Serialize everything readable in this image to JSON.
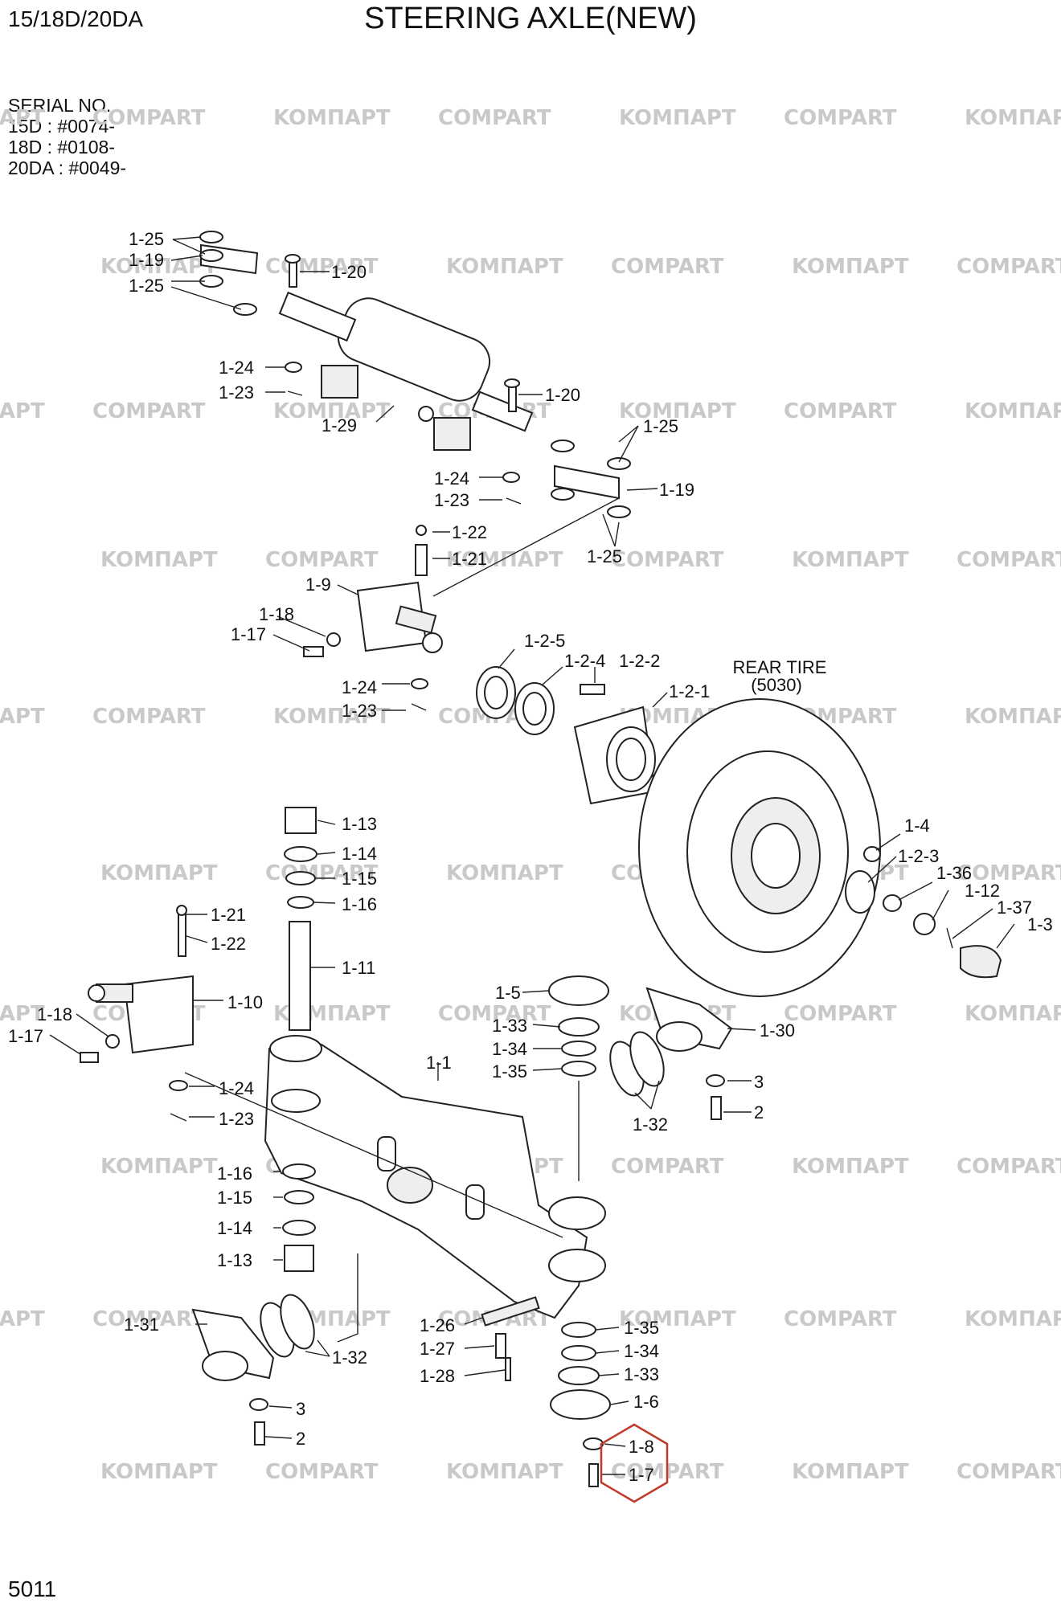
{
  "header": {
    "model": "15/18D/20DA",
    "title": "STEERING AXLE(NEW)"
  },
  "serial": {
    "heading": "SERIAL NO.",
    "lines": [
      "15D : #0074-",
      "18D : #0108-",
      "20DA : #0049-"
    ]
  },
  "footer": {
    "page_number": "5011"
  },
  "watermark": {
    "left_text": "KOMΠAPT",
    "right_text": "COMPART",
    "color": "#c9c9c9"
  },
  "tire_label": {
    "line1": "REAR TIRE",
    "line2": "(5030)"
  },
  "highlight_color": "#c0392b",
  "labels": {
    "l_1_25a": "1-25",
    "l_1_19a": "1-19",
    "l_1_25b": "1-25",
    "l_1_20a": "1-20",
    "l_1_24a": "1-24",
    "l_1_23a": "1-23",
    "l_1_29": "1-29",
    "l_1_20b": "1-20",
    "l_1_25c": "1-25",
    "l_1_24b": "1-24",
    "l_1_19b": "1-19",
    "l_1_23b": "1-23",
    "l_1_22a": "1-22",
    "l_1_21a": "1-21",
    "l_1_25d": "1-25",
    "l_1_9": "1-9",
    "l_1_18a": "1-18",
    "l_1_17a": "1-17",
    "l_1_2_5": "1-2-5",
    "l_1_2_4": "1-2-4",
    "l_1_2_2": "1-2-2",
    "l_1_2_1": "1-2-1",
    "l_1_24c": "1-24",
    "l_1_23c": "1-23",
    "l_1_13a": "1-13",
    "l_1_14a": "1-14",
    "l_1_15a": "1-15",
    "l_1_16a": "1-16",
    "l_1_11": "1-11",
    "l_1_21b": "1-21",
    "l_1_22b": "1-22",
    "l_1_10": "1-10",
    "l_1_18b": "1-18",
    "l_1_17b": "1-17",
    "l_1_24d": "1-24",
    "l_1_23d": "1-23",
    "l_1_4": "1-4",
    "l_1_2_3": "1-2-3",
    "l_1_36": "1-36",
    "l_1_12": "1-12",
    "l_1_37": "1-37",
    "l_1_3": "1-3",
    "l_1_5": "1-5",
    "l_1_33a": "1-33",
    "l_1_34a": "1-34",
    "l_1_35a": "1-35",
    "l_1_30": "1-30",
    "l_3a": "3",
    "l_2a": "2",
    "l_1_32a": "1-32",
    "l_1_1": "1-1",
    "l_1_16b": "1-16",
    "l_1_15b": "1-15",
    "l_1_14b": "1-14",
    "l_1_13b": "1-13",
    "l_1_31": "1-31",
    "l_1_32b": "1-32",
    "l_3b": "3",
    "l_2b": "2",
    "l_1_26": "1-26",
    "l_1_27": "1-27",
    "l_1_28": "1-28",
    "l_1_35b": "1-35",
    "l_1_34b": "1-34",
    "l_1_33b": "1-33",
    "l_1_6": "1-6",
    "l_1_8": "1-8",
    "l_1_7": "1-7"
  }
}
